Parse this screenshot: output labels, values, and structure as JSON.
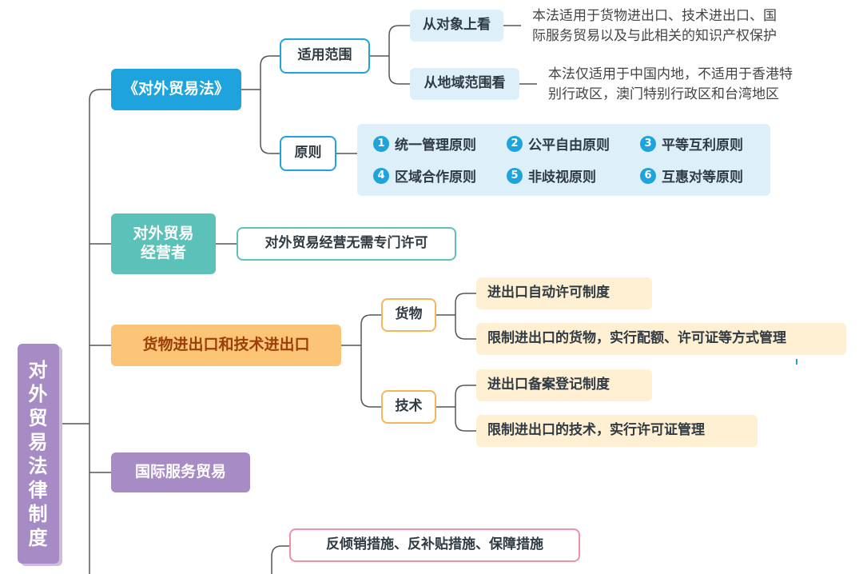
{
  "root": {
    "chars": [
      "对",
      "外",
      "贸",
      "易",
      "法",
      "律",
      "制",
      "度"
    ]
  },
  "law": {
    "title": "《对外贸易法》",
    "scope": {
      "label": "适用范围",
      "object": {
        "label": "从对象上看",
        "desc_line1": "本法适用于货物进出口、技术进出口、国",
        "desc_line2": "际服务贸易以及与此相关的知识产权保护"
      },
      "region": {
        "label": "从地域范围看",
        "desc_line1": "本法仅适用于中国内地，不适用于香港特",
        "desc_line2": "别行政区，澳门特别行政区和台湾地区"
      }
    },
    "principles": {
      "label": "原则",
      "items": [
        {
          "num": "1",
          "text": "统一管理原则"
        },
        {
          "num": "2",
          "text": "公平自由原则"
        },
        {
          "num": "3",
          "text": "平等互利原则"
        },
        {
          "num": "4",
          "text": "区域合作原则"
        },
        {
          "num": "5",
          "text": "非歧视原则"
        },
        {
          "num": "6",
          "text": "互惠对等原则"
        }
      ]
    }
  },
  "operator": {
    "title_line1": "对外贸易",
    "title_line2": "经营者",
    "note": "对外贸易经营无需专门许可"
  },
  "trade": {
    "title": "货物进出口和技术进出口",
    "goods": {
      "label": "货物",
      "item1": "进出口自动许可制度",
      "item2": "限制进出口的货物，实行配额、许可证等方式管理"
    },
    "tech": {
      "label": "技术",
      "item1": "进出口备案登记制度",
      "item2": "限制进出口的技术，实行许可证管理"
    }
  },
  "services": {
    "title": "国际服务贸易"
  },
  "remedy": {
    "label": "反倾销措施、反补贴措施、保障措施"
  },
  "colors": {
    "blue": "#1ea3dd",
    "teal": "#5cc2b9",
    "orange": "#fbc477",
    "purple": "#a78bc4",
    "pink": "#f08fa6"
  }
}
